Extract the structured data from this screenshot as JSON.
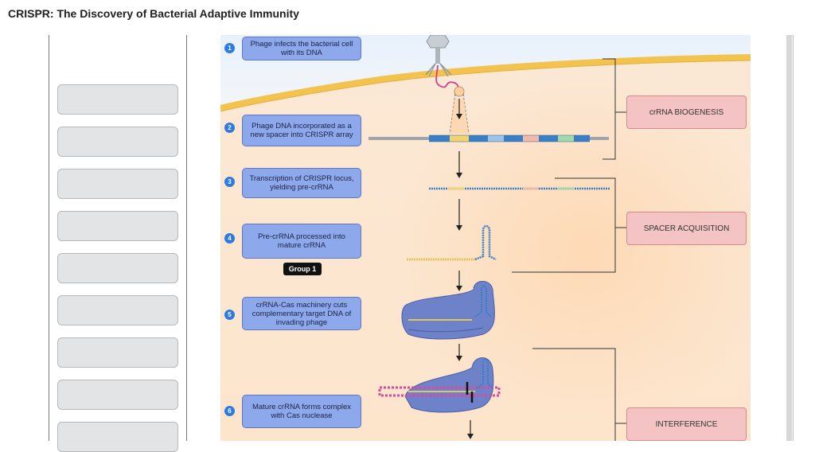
{
  "page": {
    "title": "CRISPR: The Discovery of Bacterial Adaptive Immunity"
  },
  "steps": [
    {
      "number": "1",
      "text": "Phage infects the bacterial cell with its DNA"
    },
    {
      "number": "2",
      "text": "Phage DNA incorporated as a new spacer into CRISPR array"
    },
    {
      "number": "3",
      "text": "Transcription of CRISPR locus, yielding pre-crRNA"
    },
    {
      "number": "4",
      "text": "Pre-crRNA processed into mature crRNA"
    },
    {
      "number": "5",
      "text": "crRNA-Cas machinery cuts complementary target DNA of invading phage"
    },
    {
      "number": "6",
      "text": "Mature crRNA forms complex with Cas nuclease"
    }
  ],
  "group_label": "Group 1",
  "stage_labels": {
    "biogenesis": "crRNA BIOGENESIS",
    "acquisition": "SPACER ACQUISITION",
    "interference": "INTERFERENCE"
  },
  "drop_zone_count": 9,
  "colors": {
    "step_fill": "#8ea8ec",
    "step_number": "#2d7be0",
    "stage_fill": "#f4c3c3",
    "cell_background": "#fbe3cc",
    "drop_zone": "#e2e4e6"
  },
  "icons": [
    "phage-icon",
    "dna-array-icon",
    "pre-crrna-icon",
    "crrna-hairpin-icon",
    "cas-complex-icon",
    "cleavage-complex-icon"
  ]
}
